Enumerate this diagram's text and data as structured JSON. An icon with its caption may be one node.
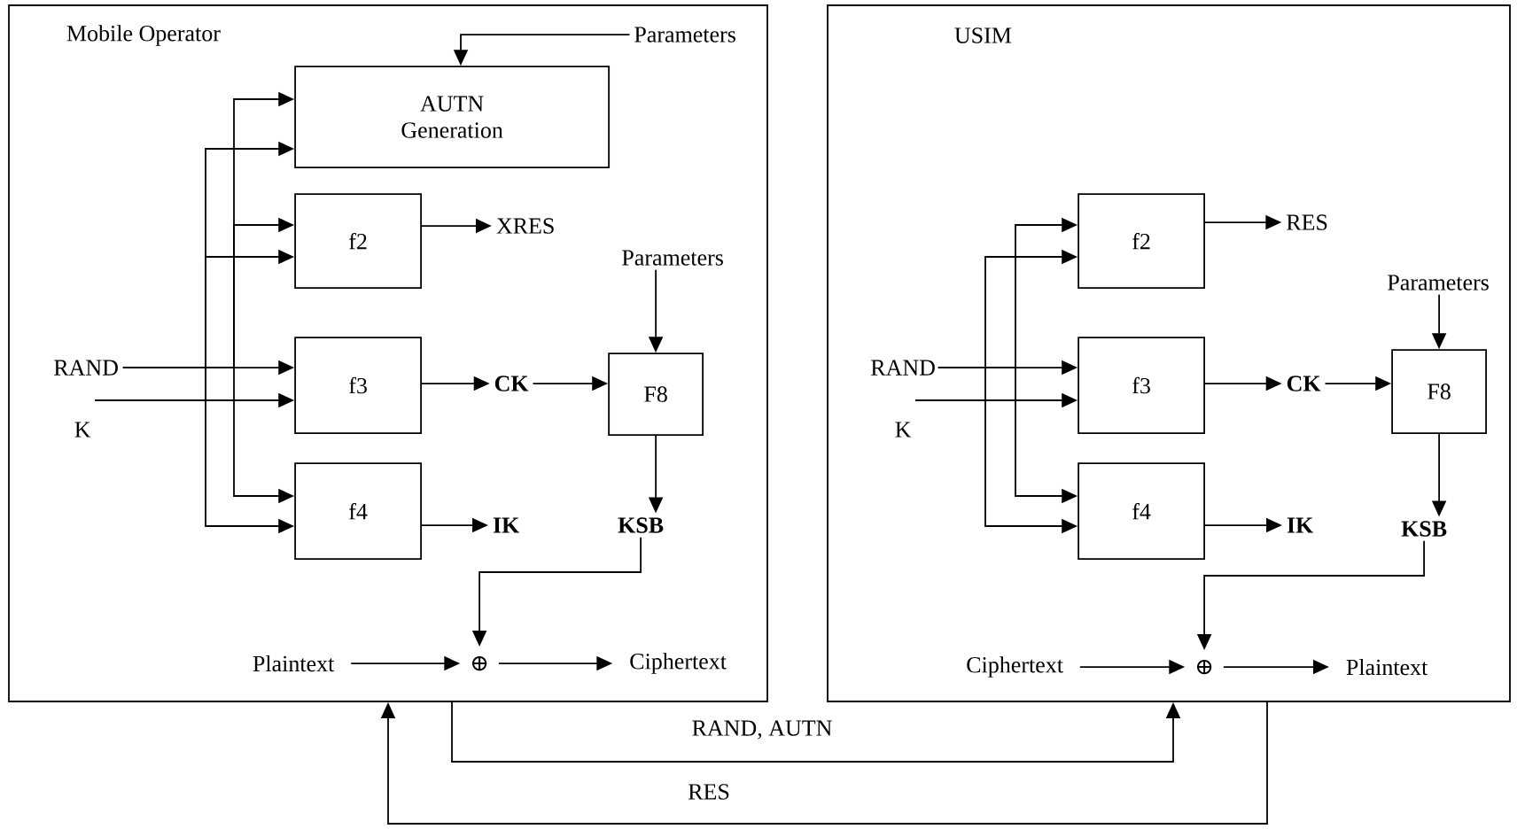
{
  "diagram": {
    "nodes": [
      {
        "text": [
          "Mobile Operator"
        ]
      },
      {
        "text": [
          "AUTN Generation"
        ],
        "in": 0
      },
      {
        "text": [
          "f2"
        ],
        "in": 0
      },
      {
        "text": [
          "f3"
        ],
        "in": 0
      },
      {
        "text": [
          "f4"
        ],
        "in": 0
      },
      {
        "text": [
          "F8"
        ],
        "in": 0
      },
      {
        "text": [
          "Parameters"
        ],
        "in": 0
      },
      {
        "text": [
          "XRES"
        ],
        "in": 0
      },
      {
        "text": [
          "Parameters"
        ],
        "in": 0
      },
      {
        "text": [
          "RAND"
        ],
        "in": 0
      },
      {
        "text": [
          "K"
        ],
        "in": 0
      },
      {
        "text": [
          "CK"
        ],
        "in": 0
      },
      {
        "text": [
          "IK"
        ],
        "in": 0
      },
      {
        "text": [
          "KSB"
        ],
        "in": 0
      },
      {
        "text": [
          "Plaintext"
        ],
        "in": 0
      },
      {
        "text": [
          "⊕"
        ],
        "in": 0
      },
      {
        "text": [
          "Ciphertext"
        ],
        "in": 0
      },
      {
        "text": [
          "USIM"
        ]
      },
      {
        "text": [
          "f2"
        ],
        "in": 17
      },
      {
        "text": [
          "f3"
        ],
        "in": 17
      },
      {
        "text": [
          "f4"
        ],
        "in": 17
      },
      {
        "text": [
          "F8"
        ],
        "in": 17
      },
      {
        "text": [
          "RES"
        ],
        "in": 17
      },
      {
        "text": [
          "Parameters"
        ],
        "in": 17
      },
      {
        "text": [
          "RAND"
        ],
        "in": 17
      },
      {
        "text": [
          "K"
        ],
        "in": 17
      },
      {
        "text": [
          "CK"
        ],
        "in": 17
      },
      {
        "text": [
          "IK"
        ],
        "in": 17
      },
      {
        "text": [
          "KSB"
        ],
        "in": 17
      },
      {
        "text": [
          "Ciphertext"
        ],
        "in": 17
      },
      {
        "text": [
          "⊕"
        ],
        "in": 17
      },
      {
        "text": [
          "Plaintext"
        ],
        "in": 17
      }
    ],
    "edges": [
      {
        "from": 6,
        "to": 1,
        "arrow": "to"
      },
      {
        "from": 9,
        "to": 1,
        "arrow": "to"
      },
      {
        "from": 9,
        "to": 2,
        "arrow": "to"
      },
      {
        "from": 9,
        "to": 3,
        "arrow": "to"
      },
      {
        "from": 9,
        "to": 4,
        "arrow": "to"
      },
      {
        "from": 10,
        "to": 1,
        "arrow": "to"
      },
      {
        "from": 10,
        "to": 2,
        "arrow": "to"
      },
      {
        "from": 10,
        "to": 3,
        "arrow": "to"
      },
      {
        "from": 10,
        "to": 4,
        "arrow": "to"
      },
      {
        "from": 2,
        "to": 7,
        "arrow": "to"
      },
      {
        "from": 3,
        "to": 11,
        "arrow": "to"
      },
      {
        "from": 11,
        "to": 5,
        "arrow": "to"
      },
      {
        "from": 8,
        "to": 5,
        "arrow": "to"
      },
      {
        "from": 4,
        "to": 12,
        "arrow": "to"
      },
      {
        "from": 5,
        "to": 13,
        "arrow": "to"
      },
      {
        "from": 13,
        "to": 15,
        "arrow": "to"
      },
      {
        "from": 14,
        "to": 15,
        "arrow": "to"
      },
      {
        "from": 15,
        "to": 16,
        "arrow": "to"
      },
      {
        "from": 0,
        "to": 17,
        "arrow": "to",
        "label": "RAND, AUTN"
      },
      {
        "from": 17,
        "to": 0,
        "arrow": "to",
        "label": "RES"
      },
      {
        "from": 24,
        "to": 18,
        "arrow": "to"
      },
      {
        "from": 24,
        "to": 19,
        "arrow": "to"
      },
      {
        "from": 24,
        "to": 20,
        "arrow": "to"
      },
      {
        "from": 25,
        "to": 18,
        "arrow": "to"
      },
      {
        "from": 25,
        "to": 19,
        "arrow": "to"
      },
      {
        "from": 25,
        "to": 20,
        "arrow": "to"
      },
      {
        "from": 18,
        "to": 22,
        "arrow": "to"
      },
      {
        "from": 19,
        "to": 26,
        "arrow": "to"
      },
      {
        "from": 26,
        "to": 21,
        "arrow": "to"
      },
      {
        "from": 23,
        "to": 21,
        "arrow": "to"
      },
      {
        "from": 20,
        "to": 27,
        "arrow": "to"
      },
      {
        "from": 21,
        "to": 28,
        "arrow": "to"
      },
      {
        "from": 28,
        "to": 30,
        "arrow": "to"
      },
      {
        "from": 29,
        "to": 30,
        "arrow": "to"
      },
      {
        "from": 30,
        "to": 31,
        "arrow": "to"
      }
    ]
  }
}
